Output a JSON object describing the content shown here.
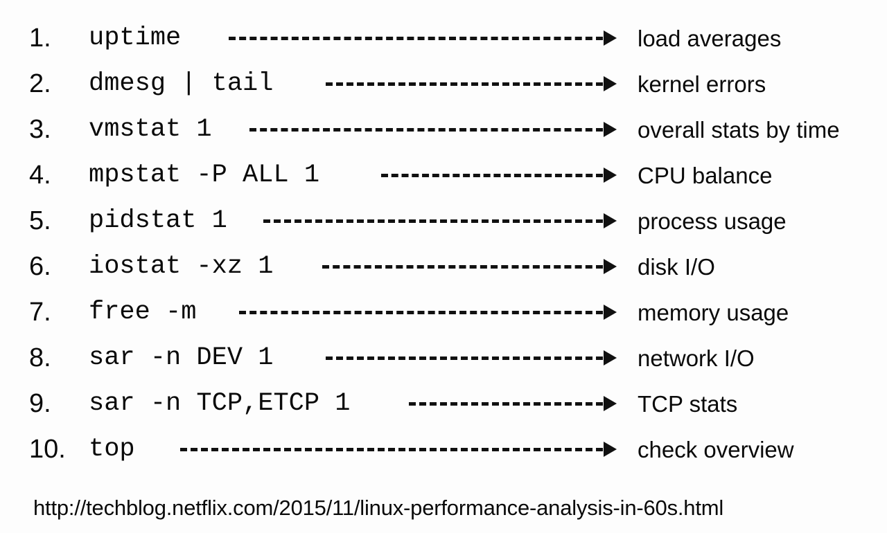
{
  "slide": {
    "background_color": "#fdfdfd",
    "text_color": "#0a0a0a",
    "arrow_color": "#111111"
  },
  "commands": [
    {
      "number": "1.",
      "command": "uptime",
      "label": "load averages",
      "leader_width": 540
    },
    {
      "number": "2.",
      "command": "dmesg | tail",
      "label": "kernel errors",
      "leader_width": 400
    },
    {
      "number": "3.",
      "command": "vmstat 1",
      "label": "overall stats by time",
      "leader_width": 510
    },
    {
      "number": "4.",
      "command": "mpstat -P ALL 1",
      "label": "CPU balance",
      "leader_width": 320
    },
    {
      "number": "5.",
      "command": "pidstat 1",
      "label": "process usage",
      "leader_width": 490
    },
    {
      "number": "6.",
      "command": "iostat -xz 1",
      "label": "disk I/O",
      "leader_width": 405
    },
    {
      "number": "7.",
      "command": "free -m",
      "label": "memory usage",
      "leader_width": 525
    },
    {
      "number": "8.",
      "command": "sar -n DEV 1",
      "label": "network I/O",
      "leader_width": 400
    },
    {
      "number": "9.",
      "command": "sar -n TCP,ETCP 1",
      "label": "TCP stats",
      "leader_width": 280
    },
    {
      "number": "10.",
      "command": "top",
      "label": "check overview",
      "leader_width": 610
    }
  ],
  "footer": {
    "url": "http://techblog.netflix.com/2015/11/linux-performance-analysis-in-60s.html"
  }
}
